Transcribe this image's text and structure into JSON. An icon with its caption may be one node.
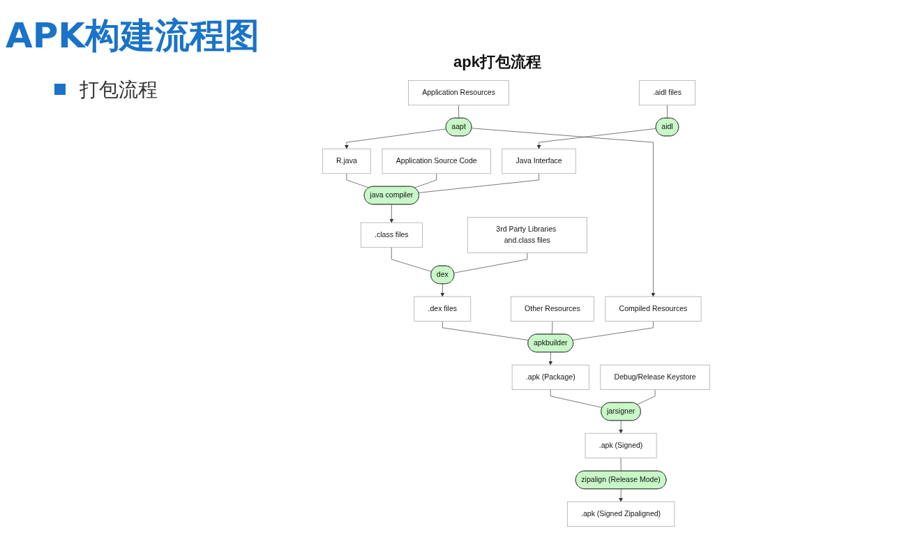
{
  "diagram": {
    "title": "APK构建流程图",
    "nodes": [
      {
        "text": [
          "Application Resources"
        ]
      },
      {
        "text": [
          "aapt"
        ]
      },
      {
        "text": [
          "R.java"
        ]
      },
      {
        "text": [
          "Application Source Code"
        ]
      },
      {
        "text": [
          "Java Interface"
        ]
      },
      {
        "text": [
          "aidl"
        ]
      },
      {
        "text": [
          ".aidl files"
        ]
      },
      {
        "text": [
          "java compiler"
        ]
      },
      {
        "text": [
          ".class files"
        ]
      },
      {
        "text": [
          "3rd Party Libraries and.class files"
        ]
      },
      {
        "text": [
          "dex"
        ]
      },
      {
        "text": [
          ".dex files"
        ]
      },
      {
        "text": [
          "Other Resources"
        ]
      },
      {
        "text": [
          "Compiled Resources"
        ]
      },
      {
        "text": [
          "apkbuilder"
        ]
      },
      {
        "text": [
          ".apk (Package)"
        ]
      },
      {
        "text": [
          "Debug/Release Keystore"
        ]
      },
      {
        "text": [
          "jarsigner"
        ]
      },
      {
        "text": [
          ".apk (Signed)"
        ]
      },
      {
        "text": [
          "zipalign (Release Mode)"
        ]
      },
      {
        "text": [
          ".apk (Signed Zipaligned)"
        ]
      }
    ],
    "edges": [
      {
        "from": 0,
        "to": 1,
        "arrow": "none"
      },
      {
        "from": 1,
        "to": 2,
        "arrow": "to"
      },
      {
        "from": 1,
        "to": 13,
        "arrow": "to"
      },
      {
        "from": 6,
        "to": 5,
        "arrow": "none"
      },
      {
        "from": 5,
        "to": 4,
        "arrow": "to"
      },
      {
        "from": 2,
        "to": 7,
        "arrow": "none"
      },
      {
        "from": 3,
        "to": 7,
        "arrow": "none"
      },
      {
        "from": 4,
        "to": 7,
        "arrow": "none"
      },
      {
        "from": 7,
        "to": 8,
        "arrow": "to"
      },
      {
        "from": 8,
        "to": 10,
        "arrow": "none"
      },
      {
        "from": 9,
        "to": 10,
        "arrow": "none"
      },
      {
        "from": 10,
        "to": 11,
        "arrow": "to"
      },
      {
        "from": 11,
        "to": 14,
        "arrow": "none"
      },
      {
        "from": 12,
        "to": 14,
        "arrow": "none"
      },
      {
        "from": 13,
        "to": 14,
        "arrow": "none"
      },
      {
        "from": 14,
        "to": 15,
        "arrow": "to"
      },
      {
        "from": 15,
        "to": 17,
        "arrow": "none"
      },
      {
        "from": 16,
        "to": 17,
        "arrow": "none"
      },
      {
        "from": 17,
        "to": 18,
        "arrow": "to"
      },
      {
        "from": 18,
        "to": 19,
        "arrow": "none"
      },
      {
        "from": 19,
        "to": 20,
        "arrow": "to"
      }
    ],
    "labels": [
      "打包流程",
      "apk打包流程"
    ]
  }
}
